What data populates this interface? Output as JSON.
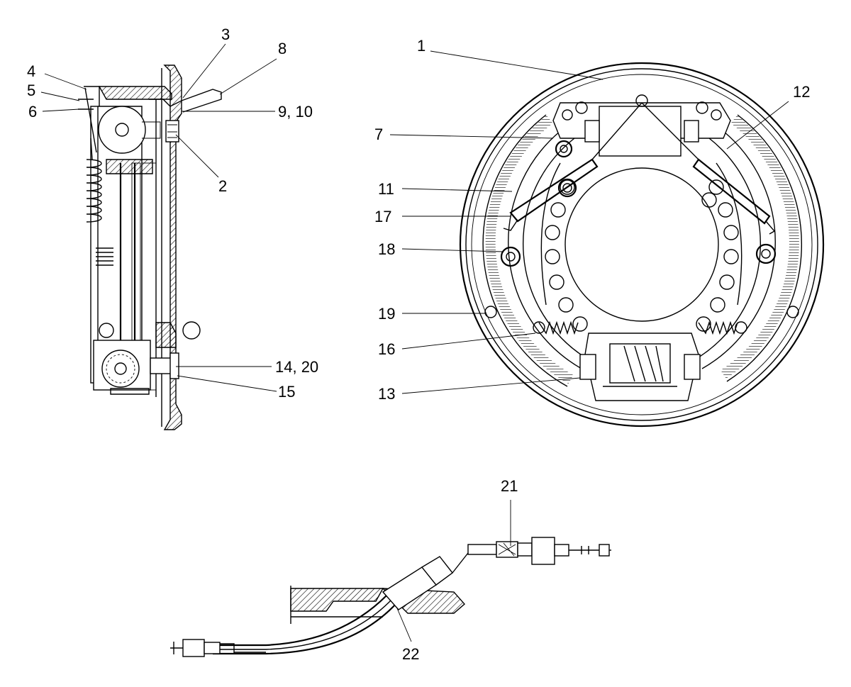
{
  "callouts": {
    "c1": "1",
    "c2": "2",
    "c3": "3",
    "c4": "4",
    "c5": "5",
    "c6": "6",
    "c7": "7",
    "c8": "8",
    "c9_10": "9, 10",
    "c11": "11",
    "c12": "12",
    "c13": "13",
    "c14_20": "14, 20",
    "c15": "15",
    "c16": "16",
    "c17": "17",
    "c18": "18",
    "c19": "19",
    "c21": "21",
    "c22": "22"
  }
}
